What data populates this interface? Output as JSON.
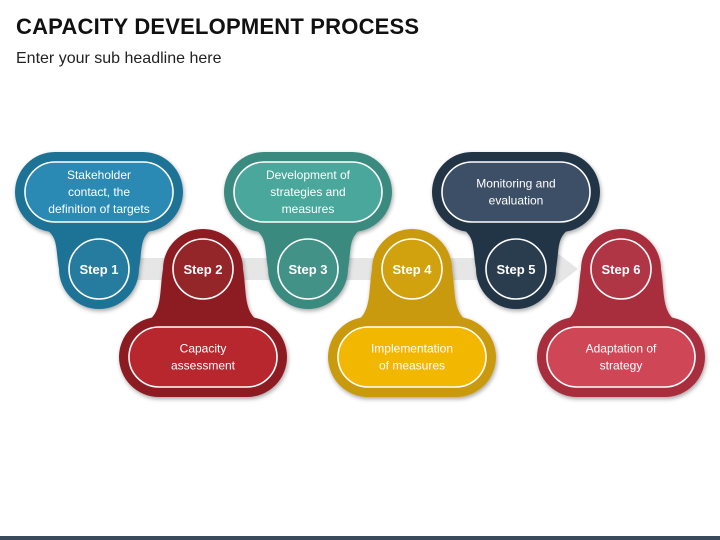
{
  "slide": {
    "title": "CAPACITY DEVELOPMENT PROCESS",
    "subtitle": "Enter your sub headline here"
  },
  "steps": [
    {
      "label": "Step 1",
      "text": [
        "Stakeholder",
        "contact, the",
        "definition of targets"
      ],
      "position": "top",
      "color": "#1f7396",
      "inner_color": "#2a8ab3"
    },
    {
      "label": "Step 2",
      "text": [
        "Capacity",
        "assessment"
      ],
      "position": "bottom",
      "color": "#8c1d23",
      "inner_color": "#b8262e"
    },
    {
      "label": "Step 3",
      "text": [
        "Development of",
        "strategies and",
        "measures"
      ],
      "position": "top",
      "color": "#3a8a80",
      "inner_color": "#4aa79c"
    },
    {
      "label": "Step 4",
      "text": [
        "Implementation",
        "of measures"
      ],
      "position": "bottom",
      "color": "#c99a08",
      "inner_color": "#f2b705"
    },
    {
      "label": "Step 5",
      "text": [
        "Monitoring and",
        "evaluation"
      ],
      "position": "top",
      "color": "#243447",
      "inner_color": "#3d4f66"
    },
    {
      "label": "Step 6",
      "text": [
        "Adaptation of",
        "strategy"
      ],
      "position": "bottom",
      "color": "#a82e3c",
      "inner_color": "#cf4756"
    }
  ],
  "arrow_color": "#e6e6e6"
}
